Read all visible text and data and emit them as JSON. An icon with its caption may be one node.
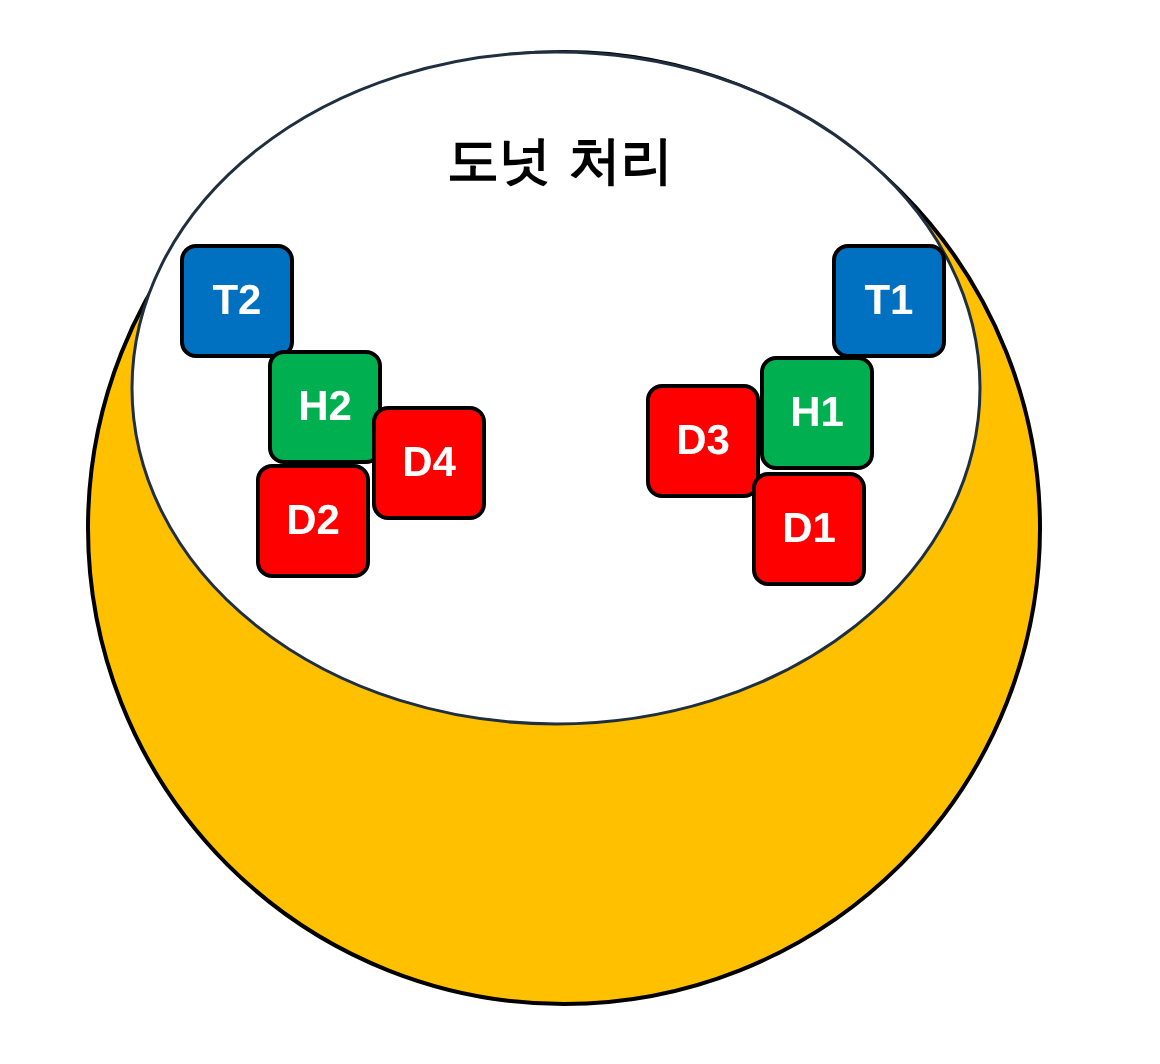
{
  "diagram": {
    "title": "도넛 처리",
    "nodes": [
      {
        "text": [
          "T2"
        ]
      },
      {
        "text": [
          "T1"
        ]
      },
      {
        "text": [
          "H2"
        ]
      },
      {
        "text": [
          "D4"
        ]
      },
      {
        "text": [
          "D3"
        ]
      },
      {
        "text": [
          "H1"
        ]
      },
      {
        "text": [
          "D2"
        ]
      },
      {
        "text": [
          "D1"
        ]
      }
    ],
    "edges": []
  }
}
